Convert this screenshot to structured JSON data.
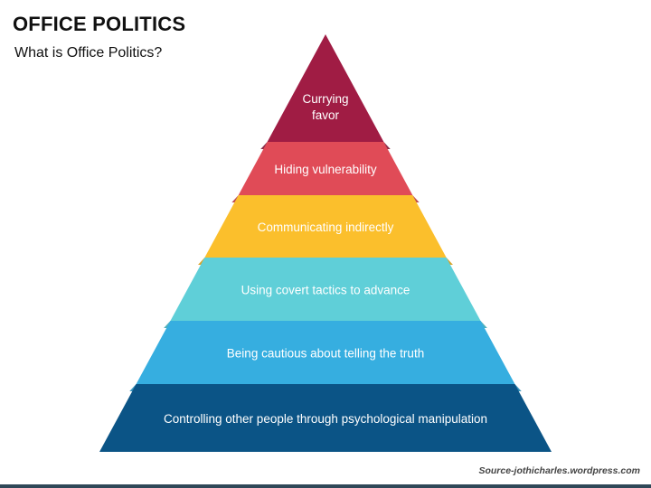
{
  "slide": {
    "title": "OFFICE POLITICS",
    "subtitle": "What is Office Politics?",
    "source": "Source-jothicharles.wordpress.com"
  },
  "pyramid": {
    "levels": [
      {
        "label": [
          "Currying",
          "favor"
        ],
        "color": "#a01c44",
        "shade": "#7a1434"
      },
      {
        "label": [
          "Hiding vulnerability"
        ],
        "color": "#e04b57",
        "shade": "#b3343f"
      },
      {
        "label": [
          "Communicating indirectly"
        ],
        "color": "#fbbf2c",
        "shade": "#d69a14"
      },
      {
        "label": [
          "Using covert tactics to advance"
        ],
        "color": "#5fcfd8",
        "shade": "#3fa9b2"
      },
      {
        "label": [
          "Being cautious about telling the truth"
        ],
        "color": "#36aee0",
        "shade": "#1f86b4"
      },
      {
        "label": [
          "Controlling other people through psychological manipulation"
        ],
        "color": "#0b5486",
        "shade": "#083f66"
      }
    ]
  }
}
